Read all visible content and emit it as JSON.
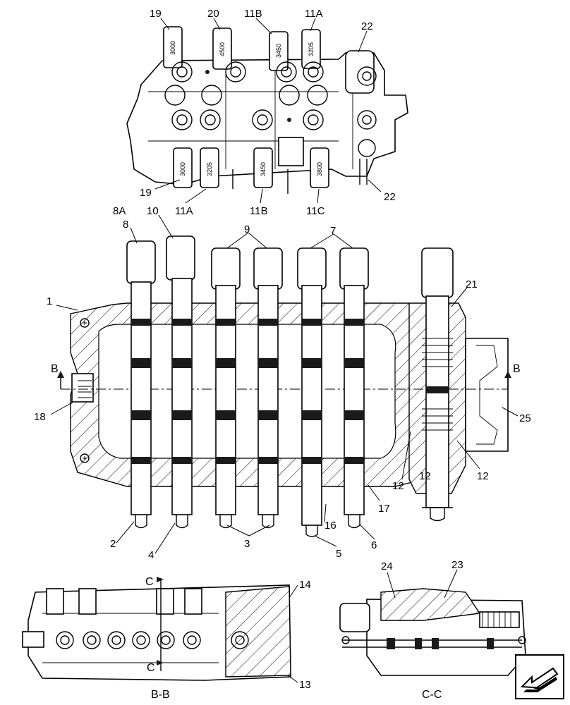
{
  "callouts": {
    "c19_top": "19",
    "c20_top": "20",
    "c11B_top": "11B",
    "c11A_top": "11A",
    "c22_top": "22",
    "c19_bot": "19",
    "c11A_bot": "11A",
    "c11B_bot": "11B",
    "c11C_bot": "11C",
    "c22_bot": "22",
    "c8A": "8A",
    "c8": "8",
    "c10": "10",
    "c9": "9",
    "c7": "7",
    "c1": "1",
    "c21": "21",
    "cB_left": "B",
    "cB_right": "B",
    "c18": "18",
    "c25": "25",
    "c12a": "12",
    "c12b": "12",
    "c12c": "12",
    "c17": "17",
    "c16": "16",
    "c2": "2",
    "c4": "4",
    "c3": "3",
    "c5": "5",
    "c6": "6",
    "c14": "14",
    "c13": "13",
    "cC_top": "C",
    "cC_bot": "C",
    "c24": "24",
    "c23": "23"
  },
  "valve_labels": {
    "top_a": "3000",
    "top_b": "4500",
    "top_c": "3450",
    "top_d": "3205",
    "bot_a": "3000",
    "bot_b": "3205",
    "bot_c": "3450",
    "bot_d": "3800"
  },
  "sections": {
    "bb": "B-B",
    "cc": "C-C"
  },
  "nav_icon": "arrow-down-left-icon"
}
